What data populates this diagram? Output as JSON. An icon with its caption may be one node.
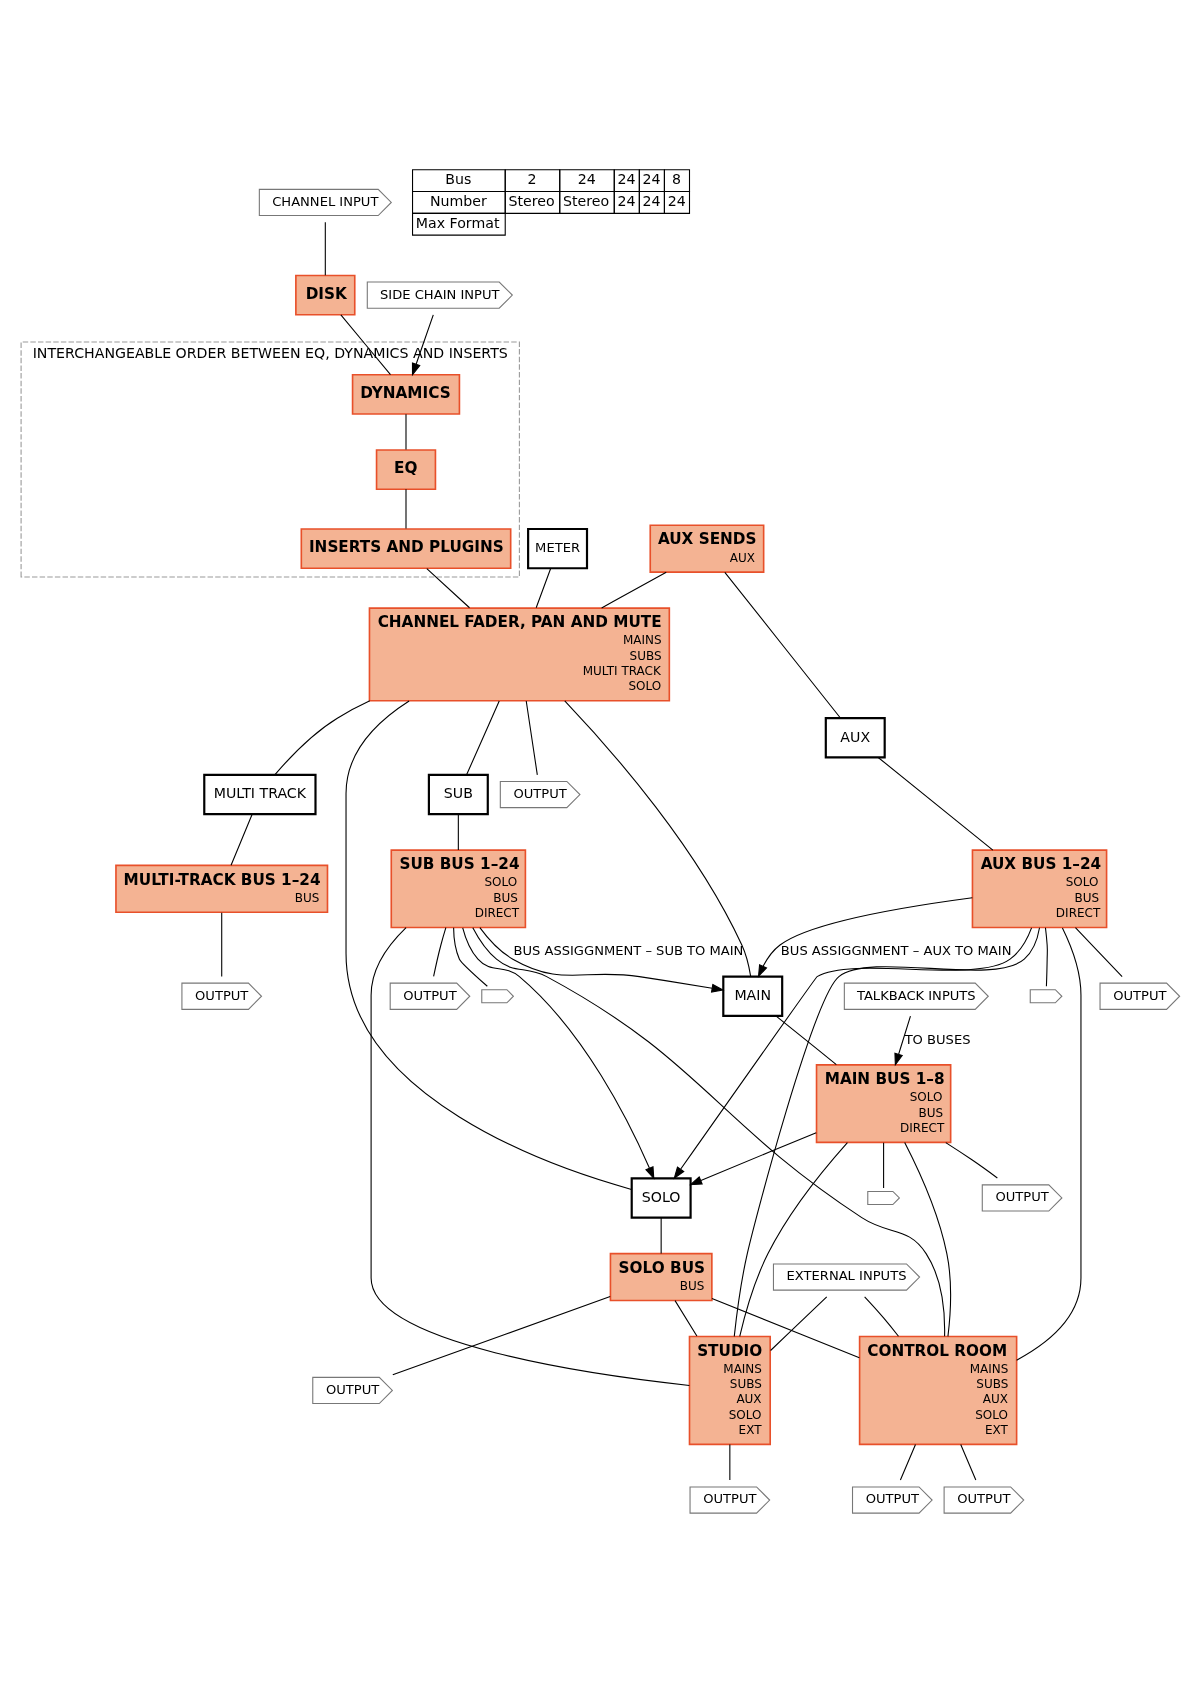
{
  "diagram": {
    "nodes": [
      {
        "text": [
          "CHANNEL INPUT"
        ]
      },
      {
        "text": [
          "METER"
        ]
      },
      {
        "text": [
          "SIDE CHAIN INPUT"
        ]
      },
      {
        "text": [
          "DISK"
        ]
      },
      {
        "text": [
          "INTERCHANGEABLE ORDER BETWEEN EQ, DYNAMICS AND INSERTS"
        ]
      },
      {
        "text": [
          "DYNAMICS"
        ],
        "in": 4
      },
      {
        "text": [
          "EQ"
        ],
        "in": 4
      },
      {
        "text": [
          "INSERTS AND PLUGINS"
        ],
        "in": 4
      },
      {
        "text": [
          "AUX SENDS",
          "AUX"
        ]
      },
      {
        "text": [
          "CHANNEL FADER, PAN AND MUTE",
          "MAINS",
          "SUBS",
          "MULTI TRACK",
          "SOLO"
        ]
      },
      {
        "text": [
          "OUTPUT"
        ]
      },
      {
        "text": [
          "SOLO"
        ]
      },
      {
        "text": [
          "MULTI TRACK"
        ]
      },
      {
        "text": [
          "AUX"
        ]
      },
      {
        "text": [
          "SUB"
        ]
      },
      {
        "text": [
          "MAIN"
        ]
      },
      {
        "text": [
          "MAIN BUS 1–8",
          "SOLO",
          "BUS",
          "DIRECT"
        ]
      },
      {
        "text": [
          "OUTPUT"
        ]
      },
      {
        "text": [],
        "shape": "pentagon"
      },
      {
        "text": [
          "SUB BUS 1–24",
          "SOLO",
          "BUS",
          "DIRECT"
        ]
      },
      {
        "text": [
          "OUTPUT"
        ]
      },
      {
        "text": [],
        "shape": "pentagon"
      },
      {
        "text": [
          "AUX BUS 1–24",
          "SOLO",
          "BUS",
          "DIRECT"
        ]
      },
      {
        "text": [
          "OUTPUT"
        ]
      },
      {
        "text": [],
        "shape": "pentagon"
      },
      {
        "text": [
          "MULTI-TRACK BUS 1–24",
          "BUS"
        ]
      },
      {
        "text": [
          "OUTPUT"
        ]
      },
      {
        "text": [
          "SOLO BUS",
          "BUS"
        ]
      },
      {
        "text": [
          "OUTPUT"
        ]
      },
      {
        "text": [
          "TALKBACK INPUTS"
        ]
      },
      {
        "text": [
          "EXTERNAL INPUTS"
        ]
      },
      {
        "text": [
          "CONTROL ROOM",
          "MAINS",
          "SUBS",
          "AUX",
          "SOLO",
          "EXT"
        ]
      },
      {
        "text": [
          "OUTPUT"
        ]
      },
      {
        "text": [
          "OUTPUT"
        ]
      },
      {
        "text": [
          "STUDIO",
          "MAINS",
          "SUBS",
          "AUX",
          "SOLO",
          "EXT"
        ]
      },
      {
        "text": [
          "OUTPUT"
        ]
      }
    ],
    "edges": [
      {
        "from": 0,
        "to": 3,
        "arrow": "none"
      },
      {
        "from": 3,
        "to": 5,
        "arrow": "none"
      },
      {
        "from": 5,
        "to": 6,
        "arrow": "none"
      },
      {
        "from": 6,
        "to": 7,
        "arrow": "none"
      },
      {
        "from": 7,
        "to": 9,
        "arrow": "none"
      },
      {
        "from": 1,
        "to": 9,
        "arrow": "none"
      },
      {
        "from": 2,
        "to": 5,
        "arrow": "to"
      },
      {
        "from": 8,
        "to": 9,
        "arrow": "none"
      },
      {
        "from": 8,
        "to": 13,
        "arrow": "none"
      },
      {
        "from": 9,
        "to": 15,
        "arrow": "none"
      },
      {
        "from": 9,
        "to": 14,
        "arrow": "none"
      },
      {
        "from": 9,
        "to": 12,
        "arrow": "none"
      },
      {
        "from": 9,
        "to": 11,
        "arrow": "none"
      },
      {
        "from": 9,
        "to": 10,
        "arrow": "none"
      },
      {
        "from": 15,
        "to": 16,
        "arrow": "none"
      },
      {
        "from": 14,
        "to": 19,
        "arrow": "none"
      },
      {
        "from": 13,
        "to": 22,
        "arrow": "none"
      },
      {
        "from": 12,
        "to": 25,
        "arrow": "none"
      },
      {
        "from": 11,
        "to": 27,
        "arrow": "none"
      },
      {
        "from": 16,
        "to": 11,
        "arrow": "to"
      },
      {
        "from": 19,
        "to": 11,
        "arrow": "to"
      },
      {
        "from": 22,
        "to": 11,
        "arrow": "to"
      },
      {
        "from": 16,
        "to": 17,
        "arrow": "none"
      },
      {
        "from": 16,
        "to": 18,
        "arrow": "none"
      },
      {
        "from": 19,
        "to": 20,
        "arrow": "none"
      },
      {
        "from": 19,
        "to": 21,
        "arrow": "none"
      },
      {
        "from": 19,
        "to": 15,
        "arrow": "to",
        "label": "BUS ASSIGGNMENT – SUB TO MAIN"
      },
      {
        "from": 22,
        "to": 23,
        "arrow": "none"
      },
      {
        "from": 22,
        "to": 24,
        "arrow": "none"
      },
      {
        "from": 22,
        "to": 15,
        "arrow": "to",
        "label": "BUS ASSIGGNMENT – AUX TO MAIN"
      },
      {
        "from": 25,
        "to": 26,
        "arrow": "none"
      },
      {
        "from": 27,
        "to": 28,
        "arrow": "none"
      },
      {
        "from": 29,
        "to": 16,
        "arrow": "to",
        "label": "TO BUSES"
      },
      {
        "from": 16,
        "to": 31,
        "arrow": "none"
      },
      {
        "from": 19,
        "to": 31,
        "arrow": "none"
      },
      {
        "from": 22,
        "to": 31,
        "arrow": "none"
      },
      {
        "from": 27,
        "to": 31,
        "arrow": "none"
      },
      {
        "from": 30,
        "to": 31,
        "arrow": "none"
      },
      {
        "from": 16,
        "to": 34,
        "arrow": "none"
      },
      {
        "from": 19,
        "to": 34,
        "arrow": "none"
      },
      {
        "from": 22,
        "to": 34,
        "arrow": "none"
      },
      {
        "from": 27,
        "to": 34,
        "arrow": "none"
      },
      {
        "from": 30,
        "to": 34,
        "arrow": "none"
      },
      {
        "from": 31,
        "to": 32,
        "arrow": "none"
      },
      {
        "from": 31,
        "to": 33,
        "arrow": "none"
      },
      {
        "from": 34,
        "to": 35,
        "arrow": "none"
      }
    ],
    "labels": [
      "Bus",
      "2",
      "24",
      "24",
      "24",
      "8",
      "Number",
      "Stereo",
      "Stereo",
      "24",
      "24",
      "24",
      "Max Format"
    ]
  }
}
